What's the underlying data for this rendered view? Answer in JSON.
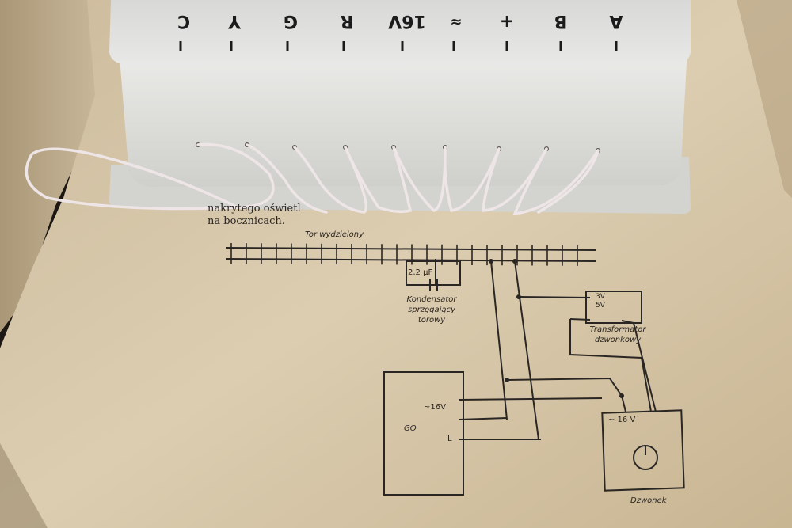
{
  "terminals": [
    "C",
    "Y",
    "G",
    "R",
    "16V",
    "≈",
    "+",
    "B",
    "A"
  ],
  "document": {
    "text_line_1": "nakrytego oświetl",
    "text_line_2": "na bocznicach.",
    "track_label": "Tor wydzielony",
    "capacitor_value": "2,2 μF",
    "capacitor_caption": [
      "Kondensator",
      "sprzęgający",
      "torowy"
    ],
    "transformer_taps": [
      "3V",
      "",
      "5V"
    ],
    "transformer_caption": [
      "Transformator",
      "dzwonkowy"
    ],
    "left_box_voltage": "~16V",
    "left_box_label_1": "GO",
    "left_box_label_2": "L",
    "bell_box_voltage": "~ 16 V",
    "bell_box_caption": "Dzwonek"
  },
  "colors": {
    "box_plastic": "#dcdcd8",
    "paper": "#d9c9ad",
    "ink": "#2a2623",
    "wire": "#eee5e6"
  }
}
